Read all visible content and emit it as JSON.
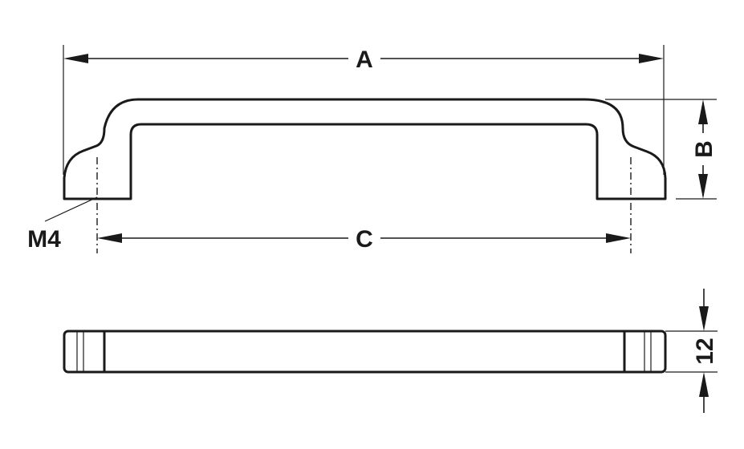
{
  "drawing": {
    "labels": {
      "a": "A",
      "b": "B",
      "c": "C",
      "thread": "M4",
      "thickness": "12"
    },
    "line_color": "#1a1a1a",
    "background": "#ffffff"
  }
}
